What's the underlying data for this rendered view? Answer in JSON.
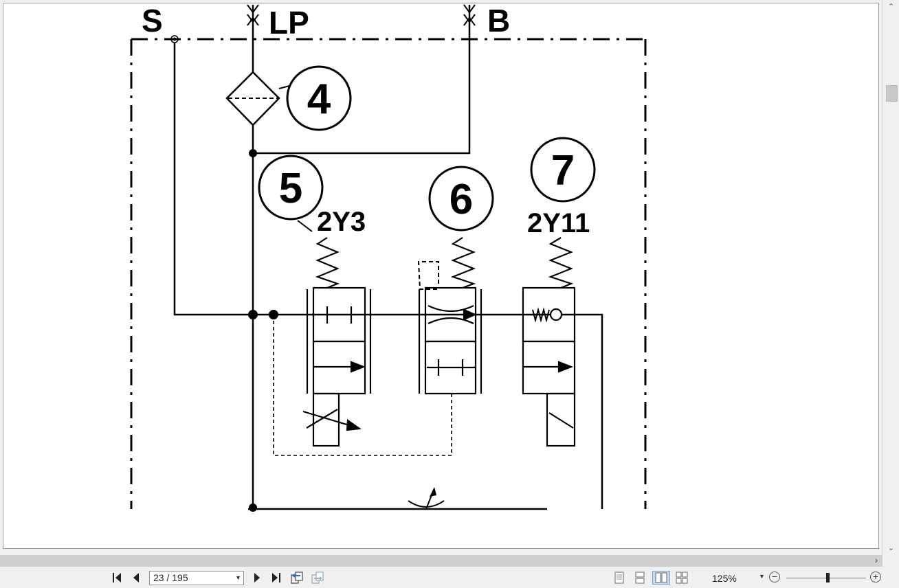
{
  "document": {
    "labels": {
      "S": "S",
      "LP": "LP",
      "B": "B",
      "item4": "4",
      "item5": "5",
      "item6": "6",
      "item7": "7",
      "valve5": "2Y3",
      "valve7": "2Y11"
    }
  },
  "navigation": {
    "page_indicator": "23 / 195",
    "zoom_label": "125%"
  },
  "icons": {
    "first_page": "first-page-icon",
    "prev_page": "previous-page-icon",
    "next_page": "next-page-icon",
    "last_page": "last-page-icon",
    "go_back": "go-back-icon",
    "go_forward": "go-forward-icon",
    "single_page": "single-page-icon",
    "continuous": "continuous-icon",
    "facing": "facing-icon",
    "continuous_facing": "continuous-facing-icon",
    "zoom_out": "zoom-out-icon",
    "zoom_in": "zoom-in-icon"
  },
  "colors": {
    "active_view_button": "#c5d9f1"
  }
}
